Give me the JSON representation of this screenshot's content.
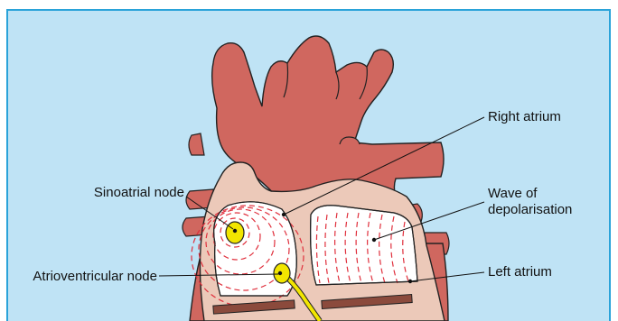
{
  "labels": {
    "right_atrium": "Right atrium",
    "wave_line1": "Wave of",
    "wave_line2": "depolarisation",
    "sinoatrial_node": "Sinoatrial node",
    "atrioventricular_node": "Atrioventricular node",
    "left_atrium": "Left atrium"
  },
  "colors": {
    "background": "#bfe3f5",
    "border": "#2aa3d9",
    "heart": "#d0675f",
    "heart_dark": "#a9423d",
    "atria_tissue": "#ecc9b9",
    "chamber": "#ffffff",
    "wave_lines": "#e0303d",
    "node": "#f2e600",
    "valve": "#8b4a3c"
  }
}
